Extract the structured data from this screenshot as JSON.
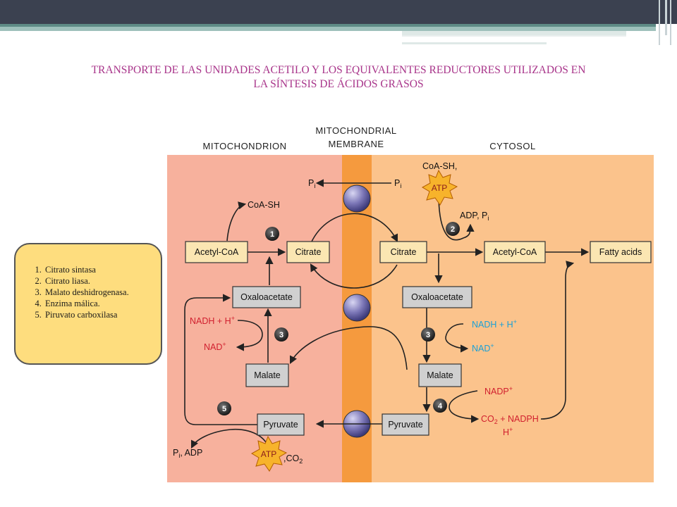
{
  "slide": {
    "title_line1": "TRANSPORTE DE LAS UNIDADES ACETILO Y LOS EQUIVALENTES REDUCTORES UTILIZADOS EN",
    "title_line2": "LA SÍNTESIS DE ÁCIDOS GRASOS"
  },
  "legend": {
    "items": [
      "Citrato sintasa",
      "Citrato liasa.",
      "Malato deshidrogenasa.",
      "Enzima málica.",
      "Piruvato carboxilasa"
    ]
  },
  "diagram": {
    "headers": {
      "mitochondrion": "MITOCHONDRION",
      "membrane_1": "MITOCHONDRIAL",
      "membrane_2": "MEMBRANE",
      "cytosol": "CYTOSOL"
    },
    "boxes": {
      "acetyl_coa_mito": "Acetyl-CoA",
      "citrate_mito": "Citrate",
      "citrate_cyto": "Citrate",
      "acetyl_coa_cyto": "Acetyl-CoA",
      "fatty_acids": "Fatty acids",
      "oxaloacetate_mito": "Oxaloacetate",
      "oxaloacetate_cyto": "Oxaloacetate",
      "malate_mito": "Malate",
      "malate_cyto": "Malate",
      "pyruvate_mito": "Pyruvate",
      "pyruvate_cyto": "Pyruvate"
    },
    "labels": {
      "pi_left": "P",
      "pi_right": "P",
      "sub_i": "i",
      "coa_sh_mito": "CoA-SH",
      "coa_sh_cyto": "CoA-SH,",
      "atp": "ATP",
      "adp_pi": "ADP, P",
      "nadh_mito": "NADH + H",
      "nad_mito": "NAD",
      "nadh_cyto": "NADH + H",
      "nad_cyto": "NAD",
      "nadp": "NADP",
      "co2_nadph": "CO",
      "nadph_tail": " + NADPH",
      "h_plus": "H",
      "plus": "+",
      "co2_bottom": ",CO",
      "pi_adp_bottom": ", ADP",
      "two": "2"
    },
    "steps": [
      "1",
      "2",
      "3",
      "3",
      "4",
      "5"
    ],
    "colors": {
      "mitochondrion": "#f7b19d",
      "membrane": "#f59a3e",
      "cytosol": "#fbc38c",
      "mito_text": "#d11f2e",
      "cyto_text": "#1aa0d6",
      "atp_fill": "#f7b32b",
      "transporter": "#6e6aa8"
    }
  }
}
